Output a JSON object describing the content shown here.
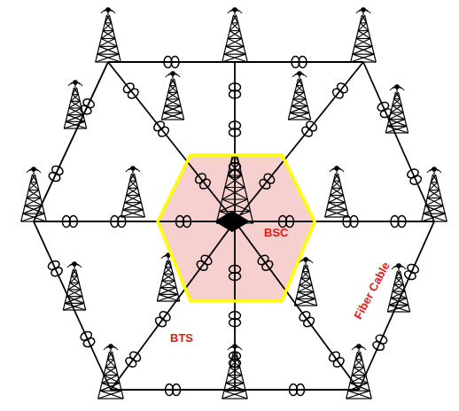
{
  "diagram": {
    "nodes": [
      {
        "text": [
          "BSC"
        ]
      }
    ],
    "labels": [
      "BTS",
      "Fiber Cable"
    ]
  }
}
